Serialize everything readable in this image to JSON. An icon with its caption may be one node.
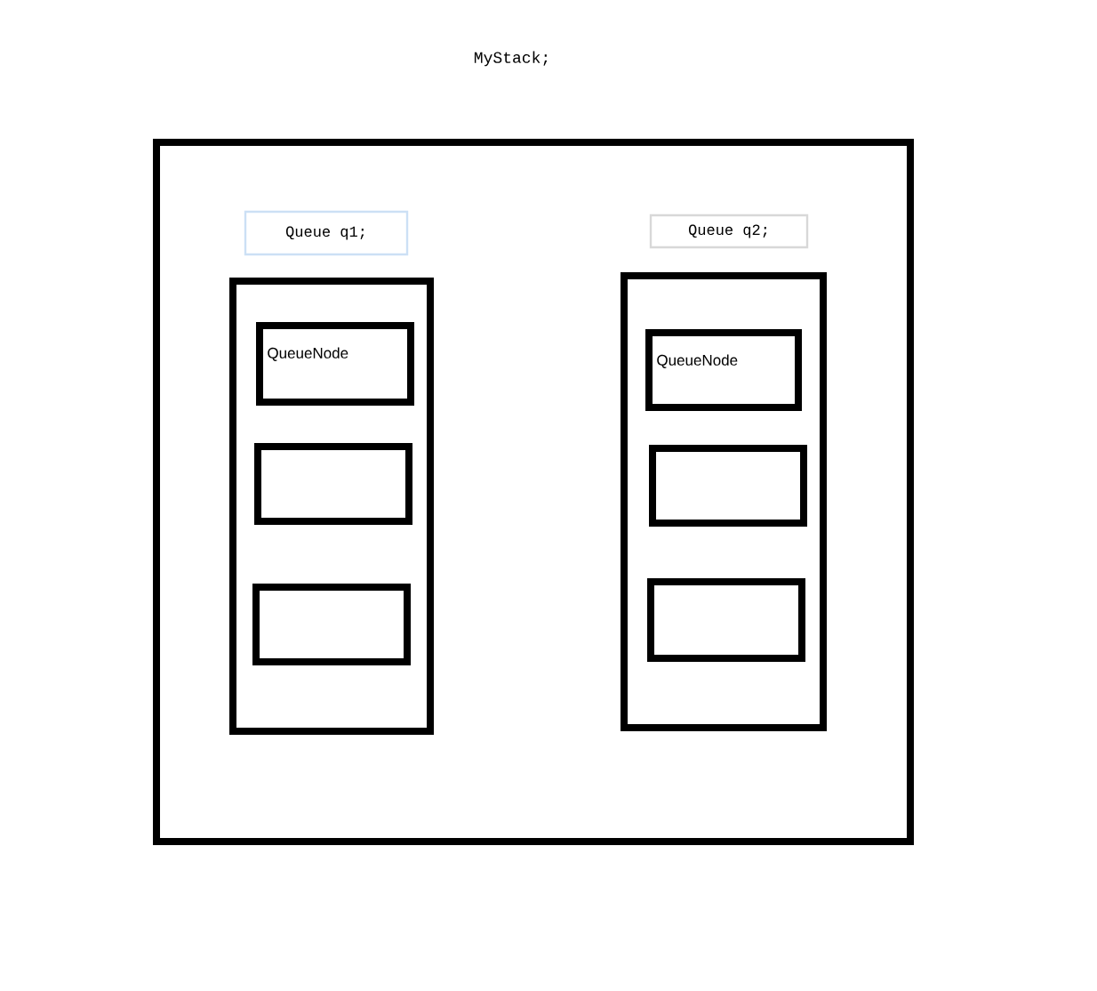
{
  "diagram": {
    "nodes": [
      {
        "text": [
          "MyStack;"
        ]
      },
      {
        "text": [
          "Queue q1;"
        ],
        "in": 0
      },
      {
        "text": [
          "QueueNode"
        ],
        "in": 1
      },
      {
        "text": [],
        "shape": "box",
        "in": 1
      },
      {
        "text": [],
        "shape": "box",
        "in": 1
      },
      {
        "text": [
          "Queue q2;"
        ],
        "in": 0
      },
      {
        "text": [
          "QueueNode"
        ],
        "in": 5
      },
      {
        "text": [],
        "shape": "box",
        "in": 5
      },
      {
        "text": [],
        "shape": "box",
        "in": 5
      }
    ],
    "edges": []
  }
}
